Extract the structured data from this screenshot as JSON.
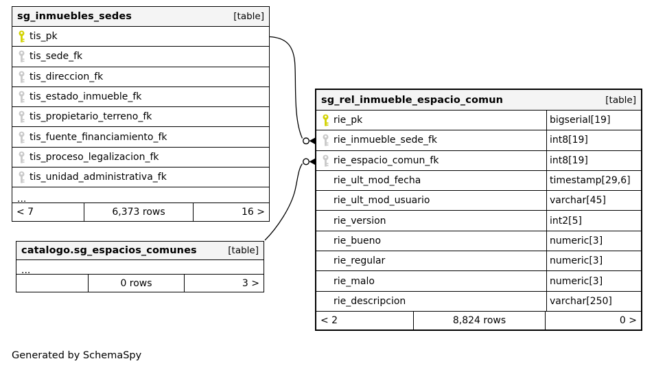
{
  "generated_note": "Generated by SchemaSpy",
  "colors": {
    "pk_key": "#d2d200",
    "fk_key": "#c9c9c9",
    "header_bg": "#f4f4f4",
    "border": "#000000",
    "background": "#ffffff"
  },
  "tables": [
    {
      "title": "sg_inmuebles_sedes",
      "badge": "[table]",
      "columns": [
        {
          "name": "tis_pk",
          "key": "pk"
        },
        {
          "name": "tis_sede_fk",
          "key": "fk"
        },
        {
          "name": "tis_direccion_fk",
          "key": "fk"
        },
        {
          "name": "tis_estado_inmueble_fk",
          "key": "fk"
        },
        {
          "name": "tis_propietario_terreno_fk",
          "key": "fk"
        },
        {
          "name": "tis_fuente_financiamiento_fk",
          "key": "fk"
        },
        {
          "name": "tis_proceso_legalizacion_fk",
          "key": "fk"
        },
        {
          "name": "tis_unidad_administrativa_fk",
          "key": "fk"
        }
      ],
      "ellipsis": "...",
      "footer": {
        "left": "< 7",
        "center": "6,373 rows",
        "right": "16 >"
      }
    },
    {
      "title": "catalogo.sg_espacios_comunes",
      "badge": "[table]",
      "columns": [],
      "ellipsis": "...",
      "footer": {
        "left": "",
        "center": "0 rows",
        "right": "3 >"
      }
    },
    {
      "title": "sg_rel_inmueble_espacio_comun",
      "badge": "[table]",
      "columns": [
        {
          "name": "rie_pk",
          "type": "bigserial[19]",
          "key": "pk"
        },
        {
          "name": "rie_inmueble_sede_fk",
          "type": "int8[19]",
          "key": "fk"
        },
        {
          "name": "rie_espacio_comun_fk",
          "type": "int8[19]",
          "key": ""
        },
        {
          "name": "rie_ult_mod_fecha",
          "type": "timestamp[29,6]",
          "key": ""
        },
        {
          "name": "rie_ult_mod_usuario",
          "type": "varchar[45]",
          "key": ""
        },
        {
          "name": "rie_version",
          "type": "int2[5]",
          "key": ""
        },
        {
          "name": "rie_bueno",
          "type": "numeric[3]",
          "key": ""
        },
        {
          "name": "rie_regular",
          "type": "numeric[3]",
          "key": ""
        },
        {
          "name": "rie_malo",
          "type": "numeric[3]",
          "key": ""
        },
        {
          "name": "rie_descripcion",
          "type": "varchar[250]",
          "key": ""
        }
      ],
      "footer": {
        "left": "< 2",
        "center": "8,824 rows",
        "right": "0 >"
      }
    }
  ],
  "relationships": [
    {
      "from": "sg_inmuebles_sedes.tis_pk",
      "to": "sg_rel_inmueble_espacio_comun.rie_inmueble_sede_fk"
    },
    {
      "from": "catalogo.sg_espacios_comunes",
      "to": "sg_rel_inmueble_espacio_comun.rie_espacio_comun_fk"
    }
  ]
}
